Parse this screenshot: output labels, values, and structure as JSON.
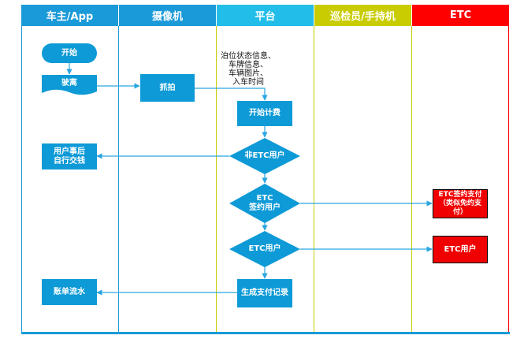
{
  "lanes": [
    {
      "label": "车主/App",
      "color": "#1a9ad8"
    },
    {
      "label": "摄像机",
      "color": "#1a9ad8"
    },
    {
      "label": "平台",
      "color": "#22bde8"
    },
    {
      "label": "巡检员/手持机",
      "color": "#c8cc00"
    },
    {
      "label": "ETC",
      "color": "#ff0000"
    }
  ],
  "nodes": {
    "start": "开始",
    "leave": "驶离",
    "capture": "抓拍",
    "capture_info": "泊位状态信息、\n车牌信息、\n车辆图片、\n入车时间",
    "billing": "开始计费",
    "non_etc": "非ETC用户",
    "after_pay": "用户事后\n自行交钱",
    "etc_signed": "ETC\n签约用户",
    "etc_signed_pay": "ETC签约支付\n（类似免约支\n付）",
    "etc_user": "ETC用户",
    "etc_user_right": "ETC用户",
    "payment_record": "生成支付记录",
    "statement": "账单流水"
  }
}
